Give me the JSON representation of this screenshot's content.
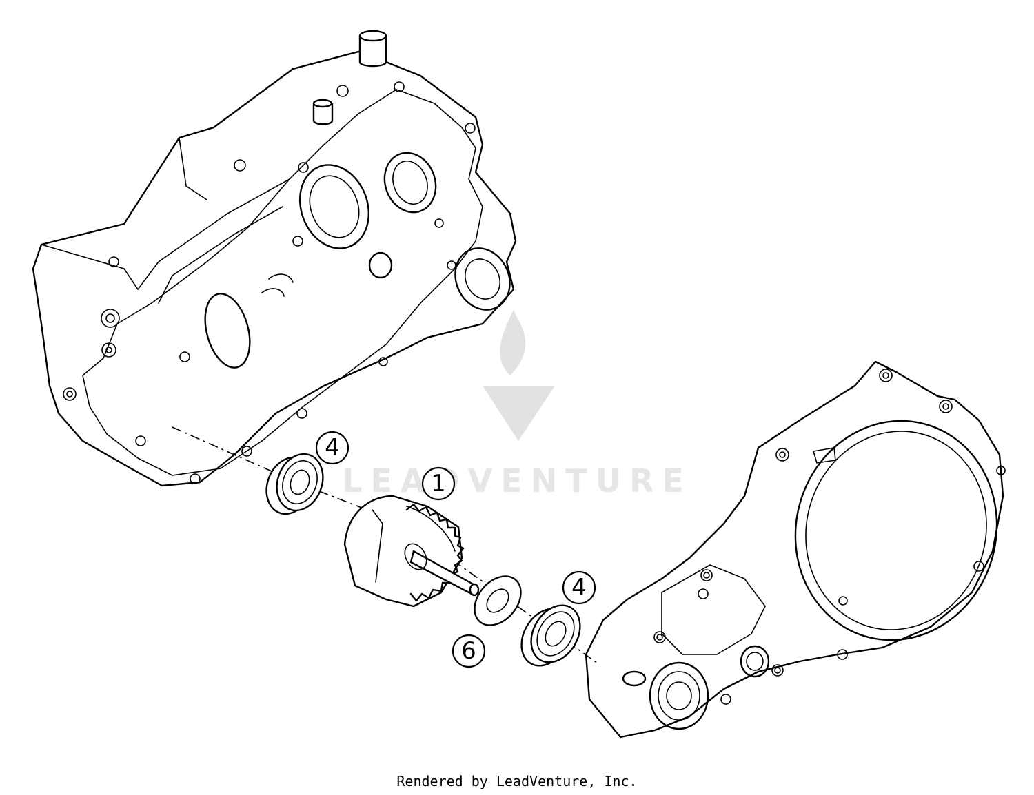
{
  "watermark": {
    "text": "LEADVENTURE"
  },
  "callouts": [
    {
      "label": "4",
      "part": "bearing-upper"
    },
    {
      "label": "1",
      "part": "gear-assembly"
    },
    {
      "label": "4",
      "part": "bearing-lower"
    },
    {
      "label": "6",
      "part": "washer"
    }
  ],
  "footer": {
    "text": "Rendered by LeadVenture, Inc."
  }
}
